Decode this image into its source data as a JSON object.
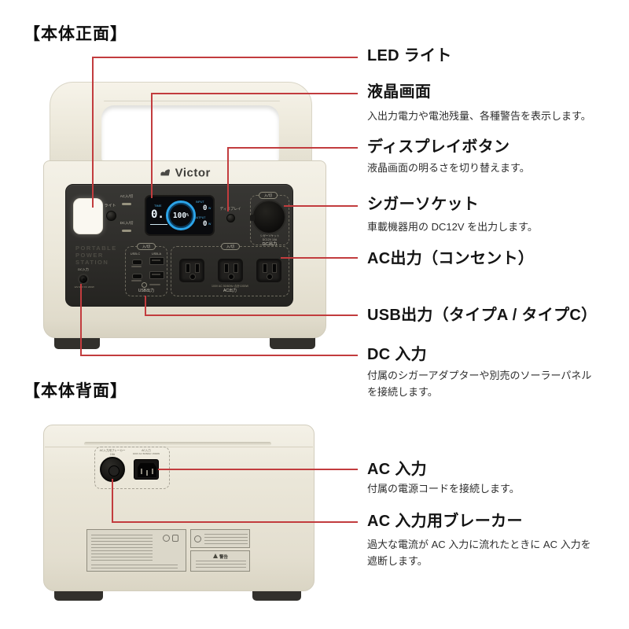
{
  "front": {
    "section_title": "【本体正面】",
    "callouts": {
      "led": {
        "title": "LED ライト"
      },
      "lcd": {
        "title": "液晶画面",
        "desc": "入出力電力や電池残量、各種警告を表示します。"
      },
      "display_button": {
        "title": "ディスプレイボタン",
        "desc": "液晶画面の明るさを切り替えます。"
      },
      "cigar_socket": {
        "title": "シガーソケット",
        "desc": "車載機器用の DC12V を出力します。"
      },
      "ac_output": {
        "title": "AC出力（コンセント）"
      },
      "usb_output": {
        "title": "USB出力（タイプA / タイプC）"
      },
      "dc_input": {
        "title": "DC 入力",
        "desc_line1": "付属のシガーアダプターや別売のソーラーパネル",
        "desc_line2": "を接続します。"
      }
    }
  },
  "back": {
    "section_title": "【本体背面】",
    "callouts": {
      "ac_input": {
        "title": "AC 入力",
        "desc": "付属の電源コードを接続します。"
      },
      "breaker": {
        "title": "AC 入力用ブレーカー",
        "desc_line1": "過大な電流が AC 入力に流れたときに AC 入力を",
        "desc_line2": "遮断します。"
      }
    }
  },
  "device_front": {
    "brand": "Victor",
    "emboss_line1": "PORTABLE",
    "emboss_line2": "POWER",
    "emboss_line3": "STATION",
    "light_button_label": "ライト",
    "ac_switch_label": "AC入/切",
    "dc_switch_label": "DC入/切",
    "display_button_label": "ディスプレイ",
    "onoff_label": "入/切",
    "lcd": {
      "time_label": "TIME",
      "time_value": "0.",
      "battery_percent": "100",
      "percent_sign": "%",
      "input_label": "INPUT",
      "input_value": "0",
      "output_label": "OUTPUT",
      "output_value": "0",
      "unit": "W"
    },
    "cigar": {
      "line1": "シガーソケット",
      "line2": "DC12V 10A",
      "label": "DC出力"
    },
    "usb": {
      "usb_c_label": "USB-C",
      "usb_a_label": "USB-A",
      "section_label": "USB出力"
    },
    "ac": {
      "spec": "100V AC 50/60Hz 合計1000W",
      "section_label": "AC出力"
    },
    "dc": {
      "label": "DC入力",
      "spec": "12V-30V DC 200W"
    }
  },
  "device_back": {
    "breaker_label": "AC入力用ブレーカー",
    "breaker_amp": "15A",
    "inlet_label": "AC入力",
    "inlet_spec": "100V AC 50/60Hz 1500W",
    "warning_label": "警告"
  },
  "colors": {
    "callout_red": "#c23c3e",
    "body_cream": "#eeeadd",
    "panel_dark": "#2f2e2b",
    "lcd_blue": "#2ba4e9"
  }
}
